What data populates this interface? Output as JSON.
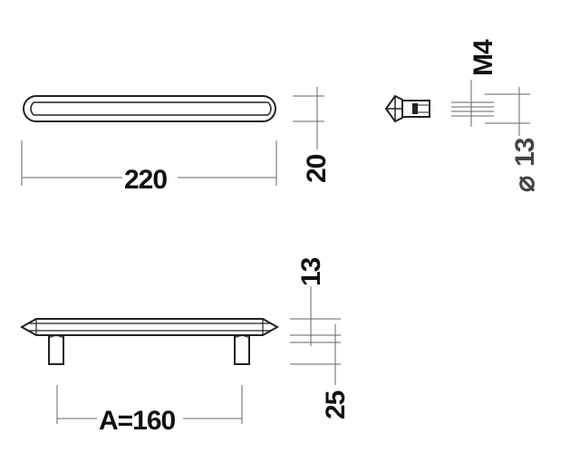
{
  "dimensions": {
    "length": "220",
    "height": "20",
    "thread": "M4",
    "diameter": "13",
    "diameter_symbol": "⌀",
    "bar_thickness": "13",
    "leg_height": "25",
    "hole_spacing": "A=160"
  },
  "colors": {
    "line": "#222222",
    "dim_line": "#666666",
    "text": "#111111"
  }
}
